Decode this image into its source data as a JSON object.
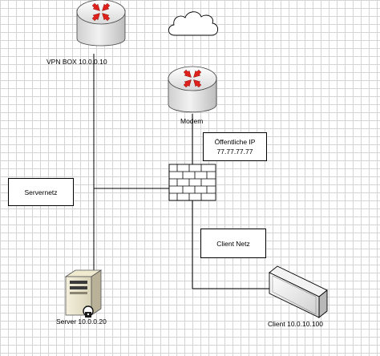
{
  "diagram": {
    "nodes": {
      "vpn_box": {
        "label": "VPN BOX 10.0.0.10",
        "icon": "router-icon"
      },
      "modem": {
        "label": "Modem",
        "icon": "router-icon"
      },
      "internet": {
        "icon": "cloud-icon"
      },
      "firewall": {
        "icon": "firewall-icon"
      },
      "server": {
        "label": "Server 10.0.0.20",
        "icon": "server-icon"
      },
      "client": {
        "label": "Client 10.0.10.100",
        "icon": "client-box-icon"
      }
    },
    "boxes": {
      "public_ip": {
        "title": "Öffentliche IP",
        "value": "77.77.77.77"
      },
      "servernetz": {
        "label": "Servernetz"
      },
      "client_netz": {
        "label": "Client Netz"
      }
    },
    "colors": {
      "router_arrows": "#e0201b",
      "router_body": "#e6e6e6",
      "grid": "#d4d4d4",
      "lines": "#000000"
    }
  }
}
